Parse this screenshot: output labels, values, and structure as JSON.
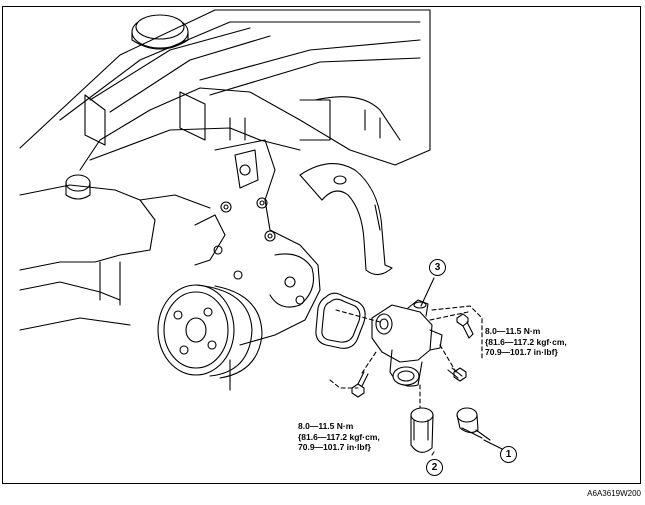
{
  "torque_right": {
    "line1": "8.0—11.5 N·m",
    "line2": "{81.6—117.2 kgf·cm,",
    "line3": "70.9—101.7 in·lbf}"
  },
  "torque_left": {
    "line1": "8.0—11.5 N·m",
    "line2": "{81.6—117.2 kgf·cm,",
    "line3": "70.9—101.7 in·lbf}"
  },
  "callouts": {
    "c1": "1",
    "c2": "2",
    "c3": "3"
  },
  "figure_code": "A6A3619W200",
  "colors": {
    "line": "#000000",
    "background": "#ffffff"
  }
}
